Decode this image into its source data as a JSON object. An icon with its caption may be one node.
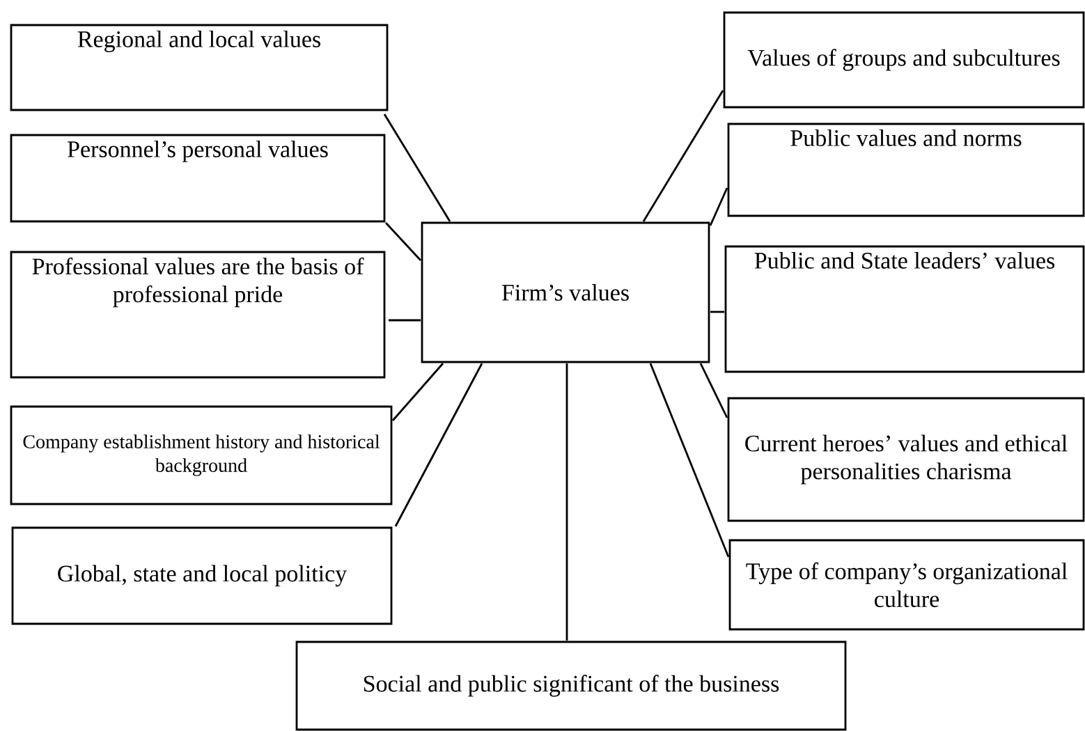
{
  "diagram": {
    "nodes": [
      {
        "text": [
          "Firm’s values"
        ]
      },
      {
        "text": [
          "Regional and local values"
        ]
      },
      {
        "text": [
          "Personnel’s personal values"
        ]
      },
      {
        "text": [
          "Professional values are the basis of professional pride"
        ]
      },
      {
        "text": [
          "Company establishment history and historical background"
        ]
      },
      {
        "text": [
          "Global, state and local politicy"
        ]
      },
      {
        "text": [
          "Values of groups and subcultures"
        ]
      },
      {
        "text": [
          "Public values and norms"
        ]
      },
      {
        "text": [
          "Public and State leaders’ values"
        ]
      },
      {
        "text": [
          "Current heroes’ values and ethical personalities charisma"
        ]
      },
      {
        "text": [
          "Type of company’s organizational culture"
        ]
      },
      {
        "text": [
          "Social and public significant of the business"
        ]
      }
    ],
    "edges": [
      {
        "from": 0,
        "to": 1,
        "arrow": "none"
      },
      {
        "from": 0,
        "to": 2,
        "arrow": "none"
      },
      {
        "from": 0,
        "to": 3,
        "arrow": "none"
      },
      {
        "from": 0,
        "to": 4,
        "arrow": "none"
      },
      {
        "from": 0,
        "to": 5,
        "arrow": "none"
      },
      {
        "from": 0,
        "to": 6,
        "arrow": "none"
      },
      {
        "from": 0,
        "to": 7,
        "arrow": "none"
      },
      {
        "from": 0,
        "to": 8,
        "arrow": "none"
      },
      {
        "from": 0,
        "to": 9,
        "arrow": "none"
      },
      {
        "from": 0,
        "to": 10,
        "arrow": "none"
      },
      {
        "from": 0,
        "to": 11,
        "arrow": "none"
      }
    ]
  }
}
